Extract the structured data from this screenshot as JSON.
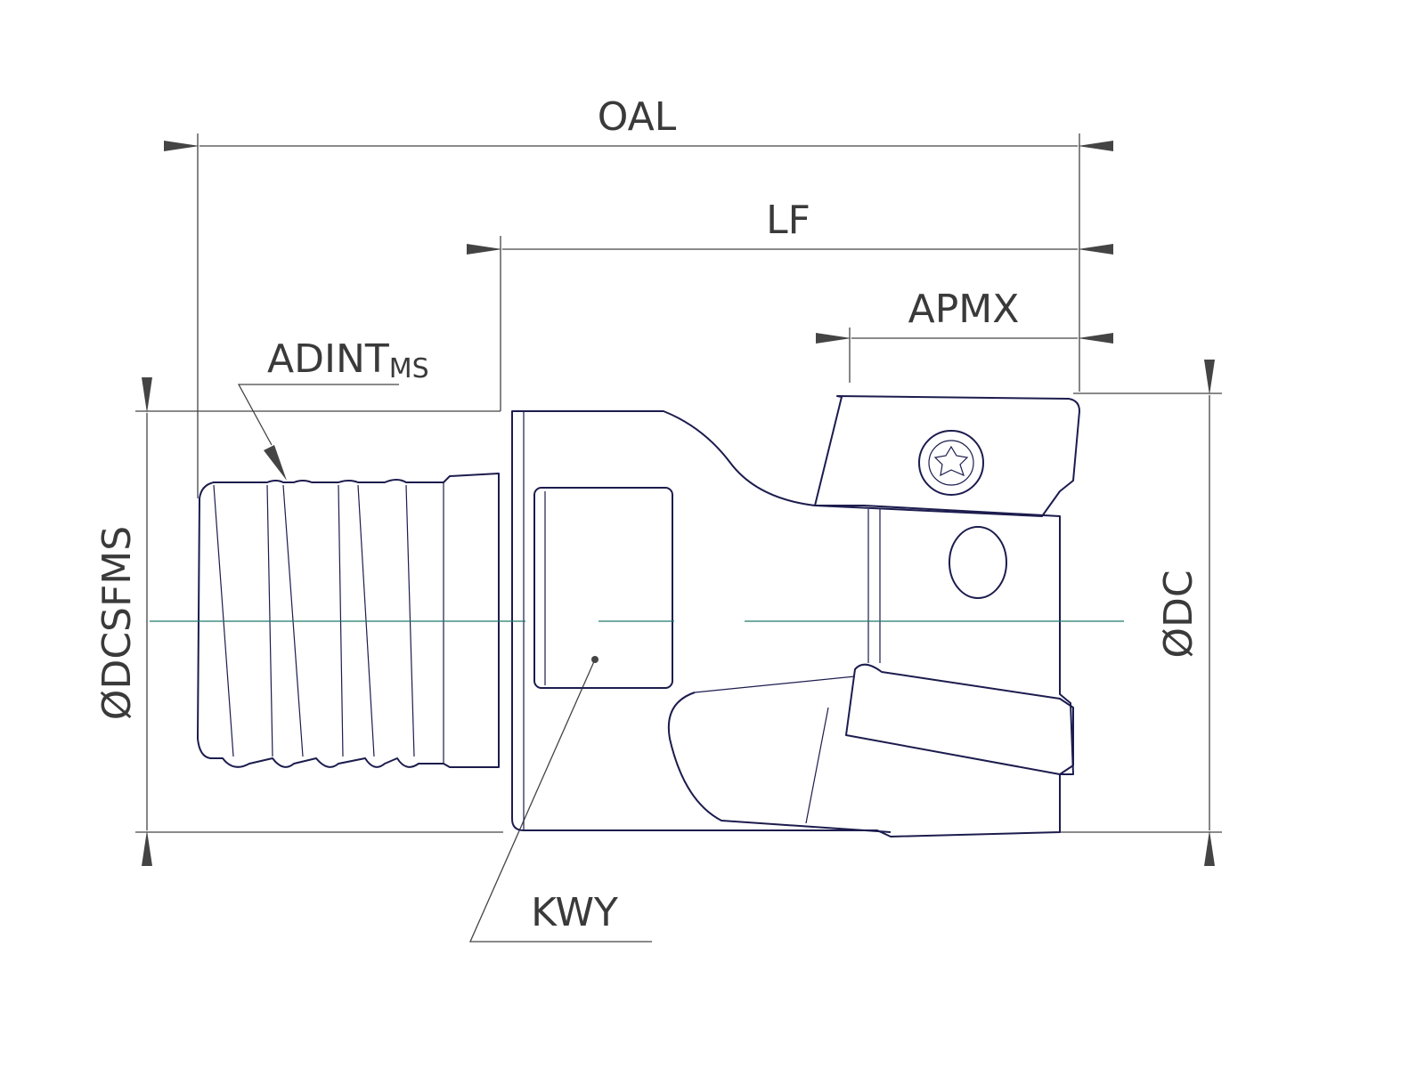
{
  "drawing": {
    "labels": {
      "oal": "OAL",
      "lf": "LF",
      "apmx": "APMX",
      "adint": "ADINT",
      "adint_sub": "MS",
      "dcsfms": "ØDCSFMS",
      "dc": "ØDC",
      "kwy": "KWY"
    },
    "colors": {
      "outline": "#1c1c4e",
      "dimension": "#444444",
      "centerline": "#1f7a6a"
    }
  }
}
